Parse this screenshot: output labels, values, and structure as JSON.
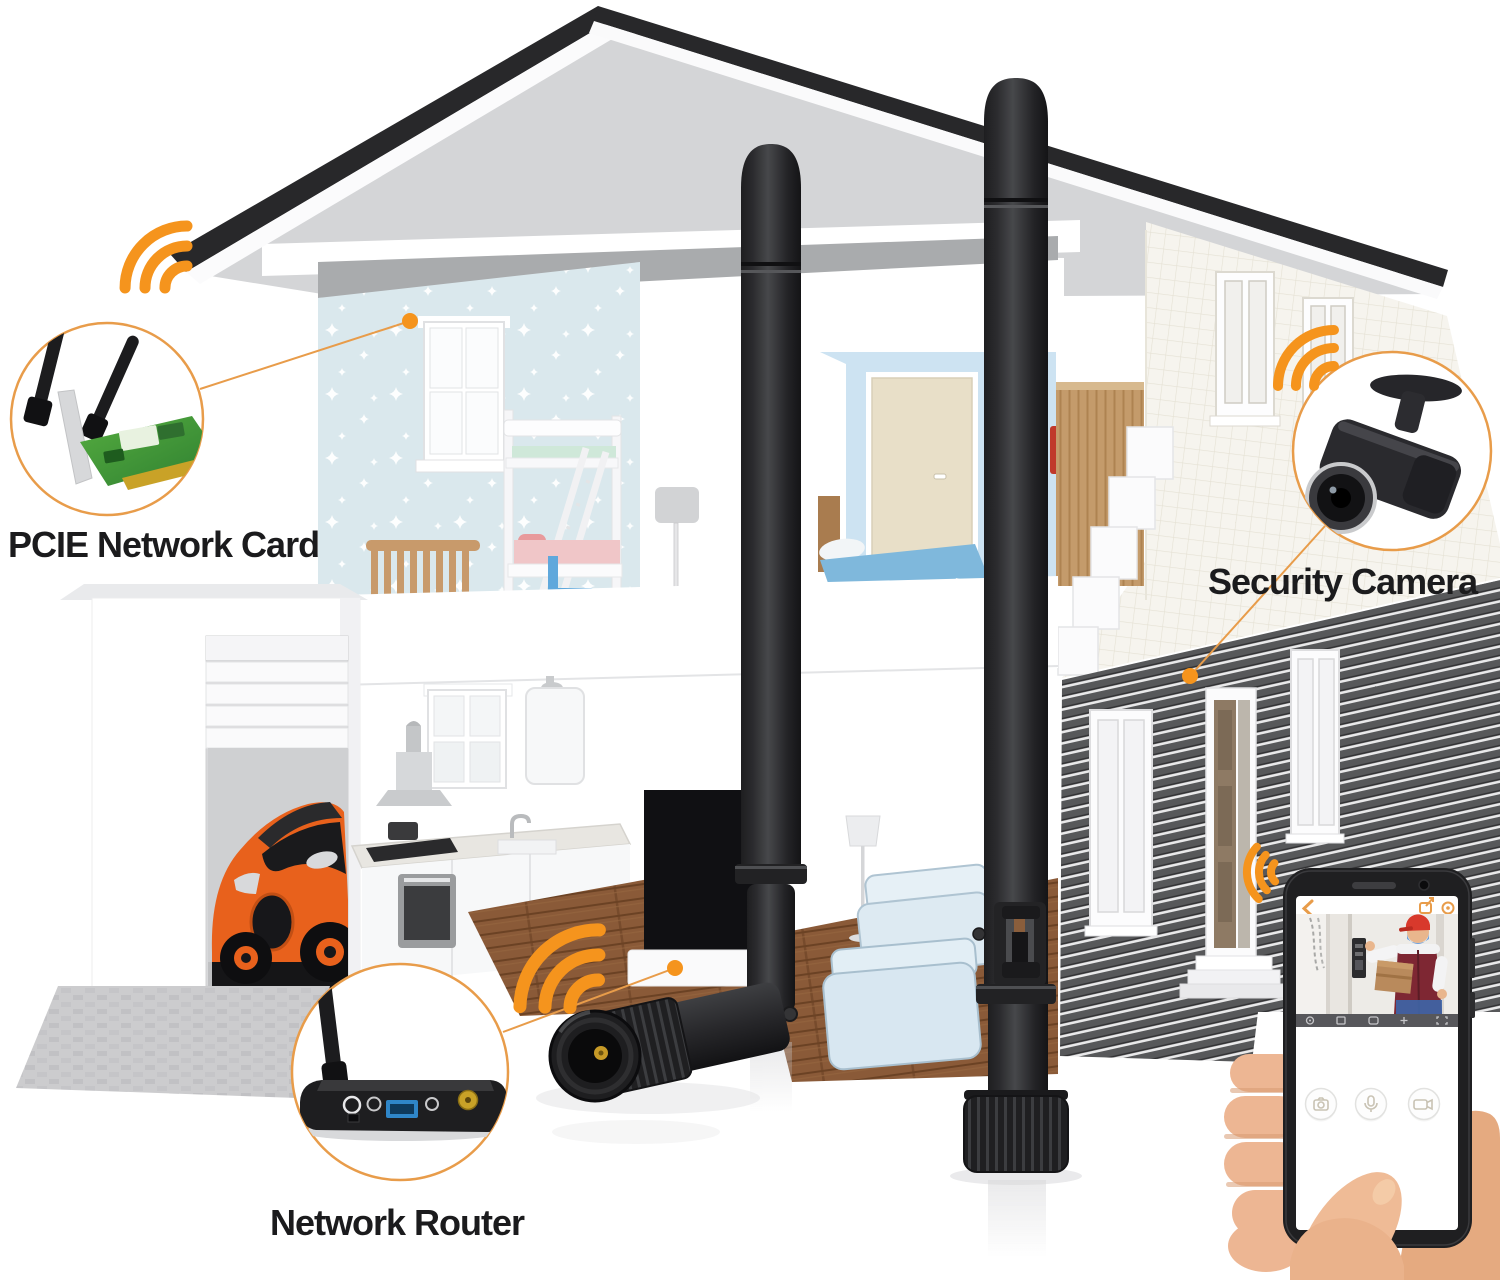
{
  "image_type": "wifi-antenna-home-coverage-infographic",
  "callouts": {
    "pcie": {
      "label": "PCIE Network Card"
    },
    "camera": {
      "label": "Security Camera"
    },
    "router": {
      "label": "Network Router"
    }
  },
  "wifi_icons": [
    "roof-wifi-icon",
    "camera-wall-wifi-icon",
    "kitchen-wifi-icon",
    "front-door-wifi-icon"
  ],
  "phone_app": {
    "nav_icons": [
      "back-icon",
      "share-icon",
      "settings-icon"
    ],
    "toolbar_icons": [
      "refresh-icon",
      "screen-icon",
      "layout-icon",
      "add-icon",
      "fullscreen-icon"
    ],
    "buttons": [
      "snapshot-button",
      "microphone-button",
      "record-button"
    ]
  },
  "colors": {
    "wifi": "#F5941D",
    "line": "#E89C4A",
    "label": "#1B1B1D",
    "antenna": "#242427",
    "car": "#E8611C",
    "sofa": "#D8E7F1",
    "kidswall": "#DAE8ED"
  }
}
